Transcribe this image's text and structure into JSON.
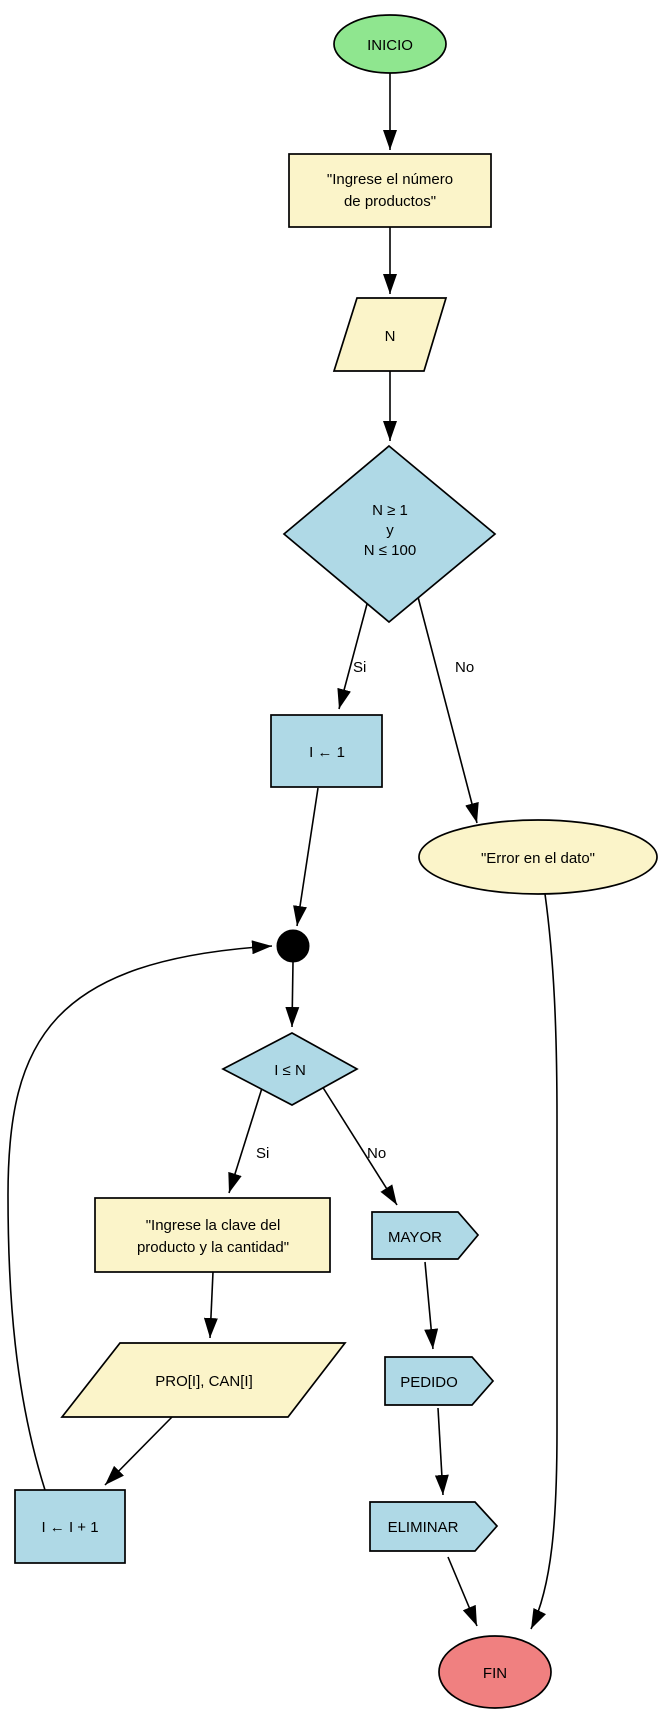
{
  "diagram": {
    "type": "flowchart",
    "language": "es",
    "colors": {
      "start_fill": "#8FE68F",
      "io_fill": "#FBF4C9",
      "process_fill": "#AFD9E6",
      "end_fill": "#F08080",
      "line": "#000000"
    },
    "nodes": {
      "inicio": {
        "label": "INICIO",
        "shape": "ellipse"
      },
      "prompt_num": {
        "line1": "\"Ingrese el número",
        "line2": "de productos\"",
        "shape": "rectangle"
      },
      "input_n": {
        "label": "N",
        "shape": "parallelogram"
      },
      "cond_range": {
        "line1": "N ≥ 1",
        "line2": "y",
        "line3": "N ≤ 100",
        "shape": "diamond"
      },
      "init_i": {
        "label": "I ← 1",
        "shape": "rectangle"
      },
      "error": {
        "label": "\"Error en el dato\"",
        "shape": "ellipse"
      },
      "junction": {
        "label": "",
        "shape": "dot"
      },
      "cond_loop": {
        "label": "I ≤ N",
        "shape": "diamond"
      },
      "prompt_clave": {
        "line1": "\"Ingrese la clave del",
        "line2": "producto y la cantidad\"",
        "shape": "rectangle"
      },
      "input_pro_can": {
        "label": "PRO[I], CAN[I]",
        "shape": "parallelogram"
      },
      "increment": {
        "label": "I ← I + 1",
        "shape": "rectangle"
      },
      "mayor": {
        "label": "MAYOR",
        "shape": "signpost"
      },
      "pedido": {
        "label": "PEDIDO",
        "shape": "signpost"
      },
      "eliminar": {
        "label": "ELIMINAR",
        "shape": "signpost"
      },
      "fin": {
        "label": "FIN",
        "shape": "ellipse"
      }
    },
    "edge_labels": {
      "range_si": "Si",
      "range_no": "No",
      "loop_si": "Si",
      "loop_no": "No"
    }
  }
}
